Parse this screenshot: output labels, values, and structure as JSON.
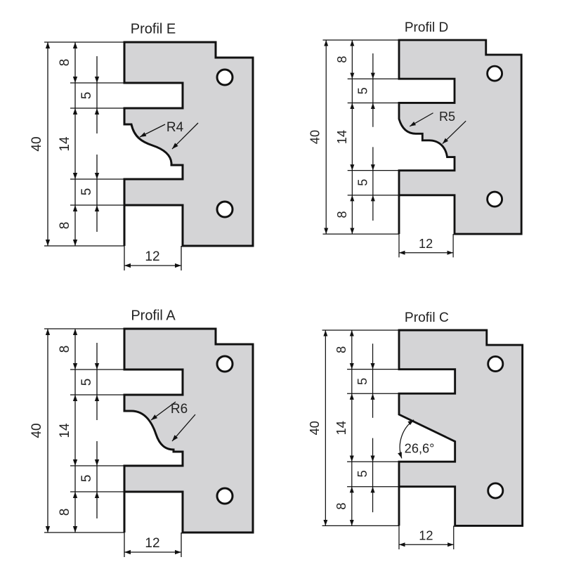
{
  "profiles": [
    {
      "id": "E",
      "title": "Profil E",
      "total": "40",
      "top": "8",
      "slot_top": "5",
      "middle": "14",
      "slot_bottom": "5",
      "bottom": "8",
      "width": "12",
      "annotation": "R4",
      "kind": "radius-single-step"
    },
    {
      "id": "D",
      "title": "Profil D",
      "total": "40",
      "top": "8",
      "slot_top": "5",
      "middle": "14",
      "slot_bottom": "5",
      "bottom": "8",
      "width": "12",
      "annotation": "R5",
      "kind": "radius-double"
    },
    {
      "id": "A",
      "title": "Profil A",
      "total": "40",
      "top": "8",
      "slot_top": "5",
      "middle": "14",
      "slot_bottom": "5",
      "bottom": "8",
      "width": "12",
      "annotation": "R6",
      "kind": "radius-single"
    },
    {
      "id": "C",
      "title": "Profil C",
      "total": "40",
      "top": "8",
      "slot_top": "5",
      "middle": "14",
      "slot_bottom": "5",
      "bottom": "8",
      "width": "12",
      "annotation": "26,6°",
      "kind": "angle"
    }
  ],
  "colors": {
    "body": "#d4d4d6",
    "line": "#111111"
  }
}
